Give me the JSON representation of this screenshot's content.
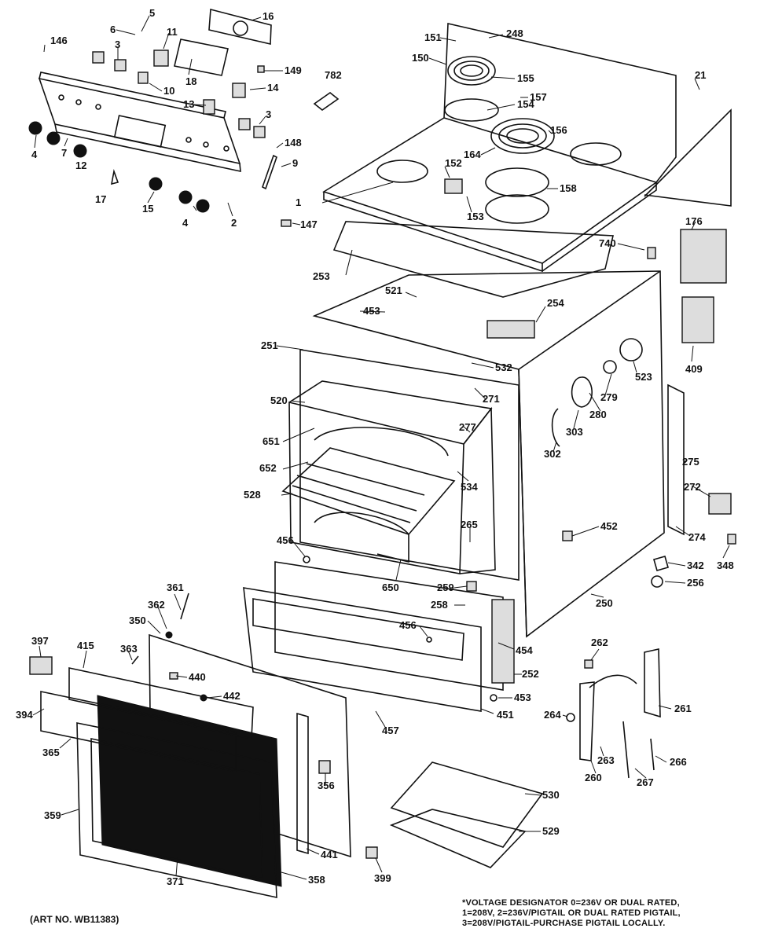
{
  "art_number": "(ART NO. WB11383)",
  "note_lines": [
    "*VOLTAGE DESIGNATOR 0=236V OR DUAL RATED,",
    "1=208V, 2=236V/PIGTAIL OR DUAL RATED PIGTAIL,",
    "3=208V/PIGTAIL-PURCHASE PIGTAIL LOCALLY."
  ],
  "callouts": [
    {
      "id": "c5",
      "text": "5"
    },
    {
      "id": "c6",
      "text": "6"
    },
    {
      "id": "c16",
      "text": "16"
    },
    {
      "id": "c146",
      "text": "146"
    },
    {
      "id": "c3a",
      "text": "3"
    },
    {
      "id": "c11",
      "text": "11"
    },
    {
      "id": "c18",
      "text": "18"
    },
    {
      "id": "c149",
      "text": "149"
    },
    {
      "id": "c10",
      "text": "10"
    },
    {
      "id": "c14",
      "text": "14"
    },
    {
      "id": "c13",
      "text": "13"
    },
    {
      "id": "c3b",
      "text": "3"
    },
    {
      "id": "c4a",
      "text": "4"
    },
    {
      "id": "c7",
      "text": "7"
    },
    {
      "id": "c12",
      "text": "12"
    },
    {
      "id": "c148",
      "text": "148"
    },
    {
      "id": "c9",
      "text": "9"
    },
    {
      "id": "c17",
      "text": "17"
    },
    {
      "id": "c15",
      "text": "15"
    },
    {
      "id": "c4b",
      "text": "4"
    },
    {
      "id": "c2",
      "text": "2"
    },
    {
      "id": "c147",
      "text": "147"
    },
    {
      "id": "c782",
      "text": "782"
    },
    {
      "id": "c151",
      "text": "151"
    },
    {
      "id": "c248",
      "text": "248"
    },
    {
      "id": "c150",
      "text": "150"
    },
    {
      "id": "c155",
      "text": "155"
    },
    {
      "id": "c154",
      "text": "154"
    },
    {
      "id": "c157",
      "text": "157"
    },
    {
      "id": "c156",
      "text": "156"
    },
    {
      "id": "c164",
      "text": "164"
    },
    {
      "id": "c152",
      "text": "152"
    },
    {
      "id": "c153",
      "text": "153"
    },
    {
      "id": "c158",
      "text": "158"
    },
    {
      "id": "c1",
      "text": "1"
    },
    {
      "id": "c21",
      "text": "21"
    },
    {
      "id": "c176",
      "text": "176"
    },
    {
      "id": "c740",
      "text": "740"
    },
    {
      "id": "c253",
      "text": "253"
    },
    {
      "id": "c521",
      "text": "521"
    },
    {
      "id": "c453a",
      "text": "453"
    },
    {
      "id": "c254",
      "text": "254"
    },
    {
      "id": "c409",
      "text": "409"
    },
    {
      "id": "c251",
      "text": "251"
    },
    {
      "id": "c532",
      "text": "532"
    },
    {
      "id": "c523",
      "text": "523"
    },
    {
      "id": "c271",
      "text": "271"
    },
    {
      "id": "c279",
      "text": "279"
    },
    {
      "id": "c520",
      "text": "520"
    },
    {
      "id": "c280",
      "text": "280"
    },
    {
      "id": "c277",
      "text": "277"
    },
    {
      "id": "c303",
      "text": "303"
    },
    {
      "id": "c651",
      "text": "651"
    },
    {
      "id": "c302",
      "text": "302"
    },
    {
      "id": "c275",
      "text": "275"
    },
    {
      "id": "c652",
      "text": "652"
    },
    {
      "id": "c534",
      "text": "534"
    },
    {
      "id": "c272",
      "text": "272"
    },
    {
      "id": "c528",
      "text": "528"
    },
    {
      "id": "c265",
      "text": "265"
    },
    {
      "id": "c452",
      "text": "452"
    },
    {
      "id": "c274",
      "text": "274"
    },
    {
      "id": "c456a",
      "text": "456"
    },
    {
      "id": "c342",
      "text": "342"
    },
    {
      "id": "c348",
      "text": "348"
    },
    {
      "id": "c650",
      "text": "650"
    },
    {
      "id": "c256",
      "text": "256"
    },
    {
      "id": "c361",
      "text": "361"
    },
    {
      "id": "c259",
      "text": "259"
    },
    {
      "id": "c250",
      "text": "250"
    },
    {
      "id": "c362",
      "text": "362"
    },
    {
      "id": "c258",
      "text": "258"
    },
    {
      "id": "c350",
      "text": "350"
    },
    {
      "id": "c456b",
      "text": "456"
    },
    {
      "id": "c454",
      "text": "454"
    },
    {
      "id": "c397",
      "text": "397"
    },
    {
      "id": "c415",
      "text": "415"
    },
    {
      "id": "c363",
      "text": "363"
    },
    {
      "id": "c262",
      "text": "262"
    },
    {
      "id": "c440",
      "text": "440"
    },
    {
      "id": "c252",
      "text": "252"
    },
    {
      "id": "c442",
      "text": "442"
    },
    {
      "id": "c453b",
      "text": "453"
    },
    {
      "id": "c261",
      "text": "261"
    },
    {
      "id": "c394",
      "text": "394"
    },
    {
      "id": "c451",
      "text": "451"
    },
    {
      "id": "c264",
      "text": "264"
    },
    {
      "id": "c457",
      "text": "457"
    },
    {
      "id": "c263",
      "text": "263"
    },
    {
      "id": "c365",
      "text": "365"
    },
    {
      "id": "c266",
      "text": "266"
    },
    {
      "id": "c356",
      "text": "356"
    },
    {
      "id": "c260",
      "text": "260"
    },
    {
      "id": "c267",
      "text": "267"
    },
    {
      "id": "c530",
      "text": "530"
    },
    {
      "id": "c359",
      "text": "359"
    },
    {
      "id": "c529",
      "text": "529"
    },
    {
      "id": "c441",
      "text": "441"
    },
    {
      "id": "c399",
      "text": "399"
    },
    {
      "id": "c371",
      "text": "371"
    },
    {
      "id": "c358",
      "text": "358"
    }
  ]
}
